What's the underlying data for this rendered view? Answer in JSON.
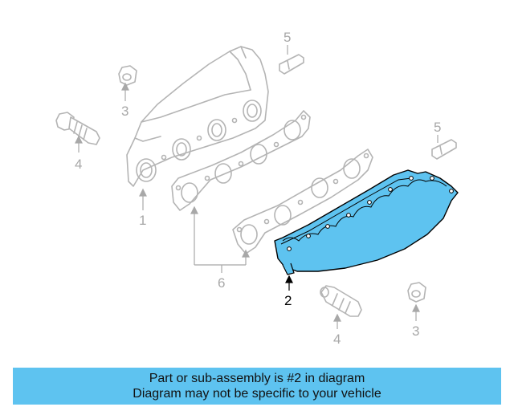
{
  "colors": {
    "highlight_fill": "#5ec3f0",
    "highlight_stroke": "#000000",
    "faded_part": "#b4b4b4",
    "callout_faded": "#a8a8a8",
    "callout_active": "#000000",
    "banner_bg": "#5ec3f0"
  },
  "callouts": {
    "manifold": "1",
    "highlighted_gasket": "2",
    "nut_upper": "3",
    "nut_lower": "3",
    "bolt_left": "4",
    "bolt_lower": "4",
    "stud_upper": "5",
    "stud_right": "5",
    "gasket_group": "6"
  },
  "banner": {
    "line1": "Part or sub-assembly is #2 in diagram",
    "line2": "Diagram may not be specific to your vehicle"
  }
}
